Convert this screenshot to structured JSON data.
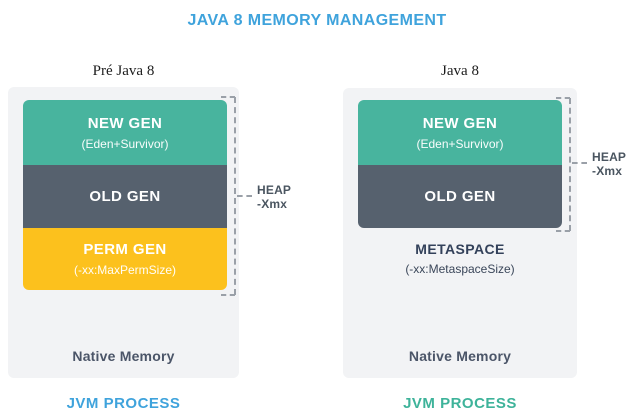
{
  "title": "JAVA 8 MEMORY MANAGEMENT",
  "colors": {
    "title_blue": "#3fa3dc",
    "teal_block": "#48b49e",
    "slate_block": "#56616e",
    "yellow_block": "#fcc11d",
    "panel_background": "#f2f3f5",
    "jvm_process_left": "#3fa3dc",
    "jvm_process_right": "#3eb39a",
    "bracket_gray": "#9aa0a8"
  },
  "panels": [
    {
      "heading": "Pré Java 8",
      "blocks": [
        {
          "label": "NEW GEN",
          "sublabel": "(Eden+Survivor)"
        },
        {
          "label": "OLD GEN"
        },
        {
          "label": "PERM GEN",
          "sublabel": "(-xx:MaxPermSize)"
        }
      ],
      "heap_line1": "HEAP",
      "heap_line2": "-Xmx",
      "native_memory": "Native Memory",
      "footer": "JVM PROCESS"
    },
    {
      "heading": "Java 8",
      "blocks": [
        {
          "label": "NEW GEN",
          "sublabel": "(Eden+Survivor)"
        },
        {
          "label": "OLD GEN"
        }
      ],
      "metaspace_label": "METASPACE",
      "metaspace_sublabel": "(-xx:MetaspaceSize)",
      "heap_line1": "HEAP",
      "heap_line2": "-Xmx",
      "native_memory": "Native Memory",
      "footer": "JVM PROCESS"
    }
  ]
}
